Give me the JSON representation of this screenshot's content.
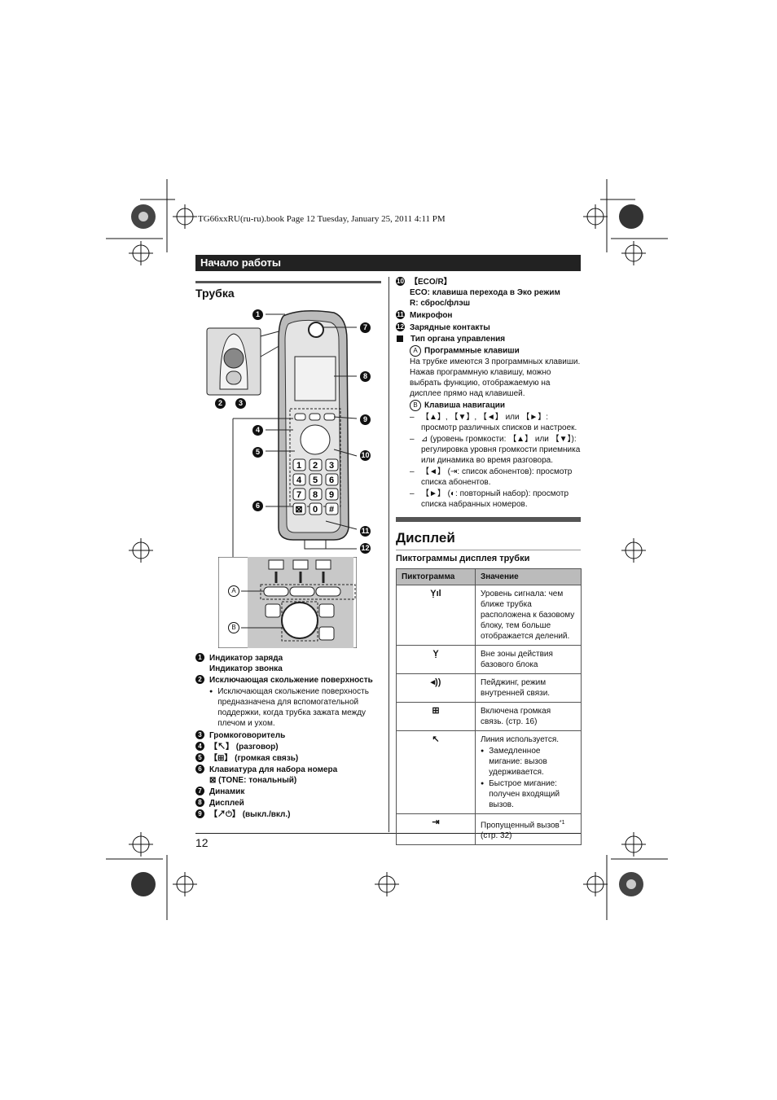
{
  "file_header": "TG66xxRU(ru-ru).book  Page 12  Tuesday, January 25, 2011  4:11 PM",
  "section_title": "Начало работы",
  "handset_heading": "Трубка",
  "display_heading": "Дисплей",
  "icons_subheading": "Пиктограммы дисплея трубки",
  "page_number": "12",
  "left_legend": [
    {
      "n": "1",
      "lines": [
        "Индикатор заряда",
        "Индикатор звонка"
      ]
    },
    {
      "n": "2",
      "lines": [
        "Исключающая скольжение поверхность"
      ]
    },
    {
      "n": "",
      "bullet": "Исключающая скольжение поверхность предназначена для вспомогательной поддержки, когда трубка зажата между плечом и ухом."
    },
    {
      "n": "3",
      "lines": [
        "Громкоговоритель"
      ]
    },
    {
      "n": "4",
      "lines": [
        "【↖】 (разговор)"
      ]
    },
    {
      "n": "5",
      "lines": [
        "【⊞】 (громкая связь)"
      ]
    },
    {
      "n": "6",
      "lines": [
        "Клавиатура для набора номера",
        "⊠ (TONE: тональный)"
      ]
    },
    {
      "n": "7",
      "lines": [
        "Динамик"
      ]
    },
    {
      "n": "8",
      "lines": [
        "Дисплей"
      ]
    },
    {
      "n": "9",
      "lines": [
        "【↗⏻】 (выкл./вкл.)"
      ]
    }
  ],
  "right_legend": {
    "item10": {
      "n": "10",
      "title": "【ECO/R】",
      "l1": "ECO: клавиша перехода в Эко режим",
      "l2": "R: сброс/флэш"
    },
    "item11": {
      "n": "11",
      "title": "Микрофон"
    },
    "item12": {
      "n": "12",
      "title": "Зарядные контакты"
    },
    "controls_title": "Тип органа управления",
    "a_title": "Программные клавиши",
    "a_text": "На трубке имеются 3 программных клавиши. Нажав программную клавишу, можно выбрать функцию, отображаемую на дисплее прямо над клавишей.",
    "b_title": "Клавиша навигации",
    "b_items": [
      "【▲】, 【▼】, 【◄】 или 【►】: просмотр различных списков и настроек.",
      "⊿ (уровень громкости: 【▲】 или 【▼】): регулировка уровня громкости приемника или динамика во время разговора.",
      "【◄】 (⇥: список абонентов): просмотр списка абонентов.",
      "【►】 (◐: повторный набор): просмотр списка набранных номеров."
    ]
  },
  "table": {
    "headers": [
      "Пиктограмма",
      "Значение"
    ],
    "rows": [
      {
        "icon": "Ỵıl",
        "text": "Уровень сигнала: чем ближе трубка расположена к базовому блоку, тем больше отображается делений."
      },
      {
        "icon": "Ỵ",
        "text": "Вне зоны действия базового блока"
      },
      {
        "icon": "◂))",
        "text": "Пейджинг, режим внутренней связи."
      },
      {
        "icon": "⊞",
        "text": "Включена громкая связь. (стр. 16)"
      },
      {
        "icon": "↖",
        "text": "Линия используется.",
        "bullets": [
          "Замедленное мигание: вызов удерживается.",
          "Быстрое мигание: получен входящий вызов."
        ]
      },
      {
        "icon": "⇥",
        "text": "Пропущенный вызов",
        "sup": "*1",
        "text2": "(стр. 32)"
      }
    ]
  },
  "figure_labels": {
    "A": "A",
    "B": "B"
  },
  "keypad": [
    "1",
    "2",
    "3",
    "4",
    "5",
    "6",
    "7",
    "8",
    "9",
    "⊠",
    "0",
    "#"
  ]
}
